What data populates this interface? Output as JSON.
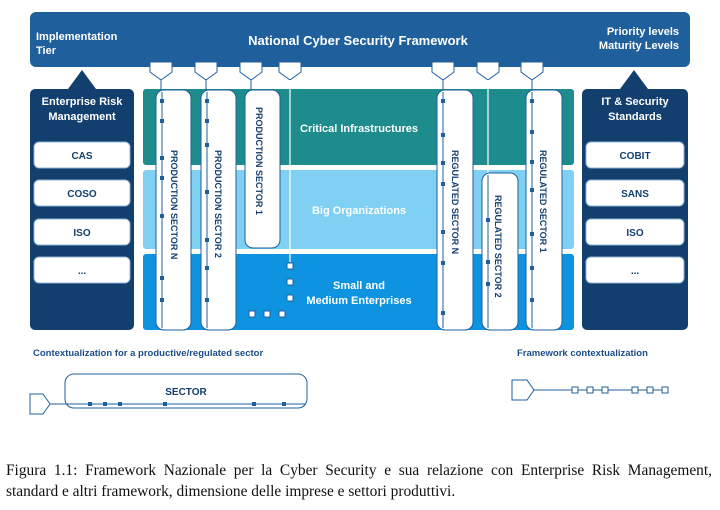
{
  "header": {
    "title": "National Cyber Security Framework",
    "left_label_line1": "Implementation",
    "left_label_line2": "Tier",
    "right_label_line1": "Priority levels",
    "right_label_line2": "Maturity Levels"
  },
  "left_panel": {
    "title_line1": "Enterprise Risk",
    "title_line2": "Management",
    "items": [
      "CAS",
      "COSO",
      "ISO",
      "..."
    ]
  },
  "right_panel": {
    "title_line1": "IT & Security",
    "title_line2": "Standards",
    "items": [
      "COBIT",
      "SANS",
      "ISO",
      "..."
    ]
  },
  "bands": {
    "critical": "Critical Infrastructures",
    "big": "Big Organizations",
    "small_line1": "Small and",
    "small_line2": "Medium Enterprises"
  },
  "sectors": {
    "production_n": "PRODUCTION SECTOR N",
    "production_2": "PRODUCTION SECTOR 2",
    "production_1": "PRODUCTION SECTOR 1",
    "regulated_n": "REGULATED SECTOR N",
    "regulated_2": "REGULATED SECTOR 2",
    "regulated_1": "REGULATED SECTOR 1"
  },
  "legend": {
    "left_title": "Contextualization for a productive/regulated sector",
    "sector_label": "SECTOR",
    "right_title": "Framework contextualization"
  },
  "caption": "Figura 1.1: Framework Nazionale per la Cyber Security e sua relazione con Enterprise Risk Management, standard e altri framework, dimensione delle imprese e settori produttivi.",
  "colors": {
    "dark_navy": "#123f6e",
    "header_blue": "#1f5f9c",
    "teal": "#1e8c8c",
    "light_blue": "#7fd0f2",
    "bright_blue": "#0d93df",
    "legend_text": "#1b4d87"
  }
}
